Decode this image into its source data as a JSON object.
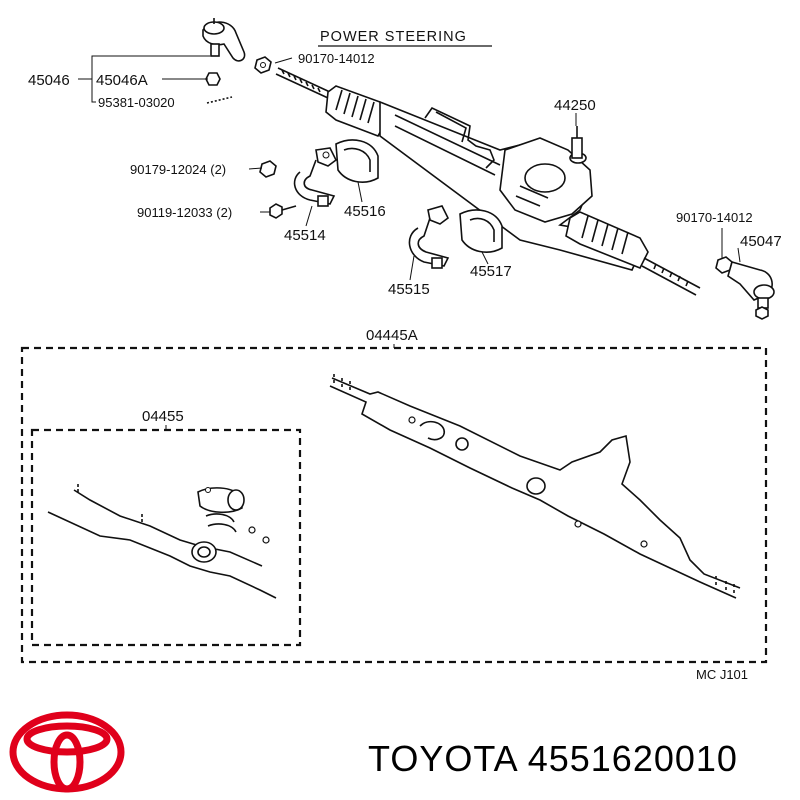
{
  "diagram": {
    "title": "POWER STEERING",
    "code": "MC J101",
    "labels": {
      "p45046": "45046",
      "p45046A": "45046A",
      "p95381": "95381-03020",
      "p90170_top": "90170-14012",
      "p44250": "44250",
      "p90179": "90179-12024 (2)",
      "p90119": "90119-12033 (2)",
      "p45516": "45516",
      "p45514": "45514",
      "p45517": "45517",
      "p45515": "45515",
      "p90170_right": "90170-14012",
      "p45047": "45047",
      "p04445A": "04445A",
      "p04455": "04455"
    }
  },
  "brand": {
    "name": "TOYOTA",
    "part_number": "4551620010",
    "logo_color": "#e0001b"
  }
}
